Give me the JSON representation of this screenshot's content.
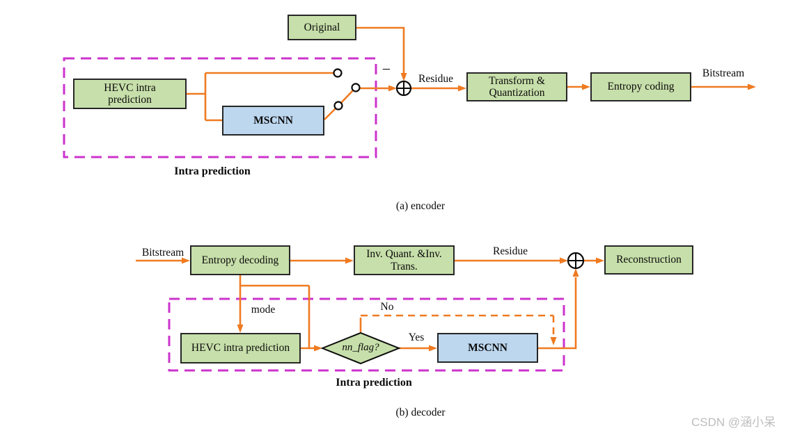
{
  "palette": {
    "green": "#c7dfaa",
    "blue": "#bdd7ee",
    "orange": "#ef7a21",
    "magenta": "#cc33cc",
    "border": "#262626",
    "ink": "#0a0a0a",
    "watermark": "#bdbdbd"
  },
  "encoder": {
    "caption": "(a) encoder",
    "group_label": "Intra prediction",
    "boxes": {
      "original": "Original",
      "hevc": "HEVC intra\nprediction",
      "mscnn": "MSCNN",
      "transform": "Transform &\nQuantization",
      "entropy_coding": "Entropy coding"
    },
    "labels": {
      "minus": "−",
      "residue": "Residue",
      "bitstream": "Bitstream"
    }
  },
  "decoder": {
    "caption": "(b) decoder",
    "group_label": "Intra prediction",
    "boxes": {
      "entropy_decoding": "Entropy decoding",
      "inv_quant": "Inv. Quant. &Inv.\nTrans.",
      "reconstruction": "Reconstruction",
      "hevc": "HEVC intra prediction",
      "mscnn": "MSCNN"
    },
    "labels": {
      "bitstream": "Bitstream",
      "residue": "Residue",
      "mode": "mode",
      "no": "No",
      "yes": "Yes",
      "nn_flag": "nn_flag?"
    }
  },
  "watermark": "CSDN @涵小呆"
}
